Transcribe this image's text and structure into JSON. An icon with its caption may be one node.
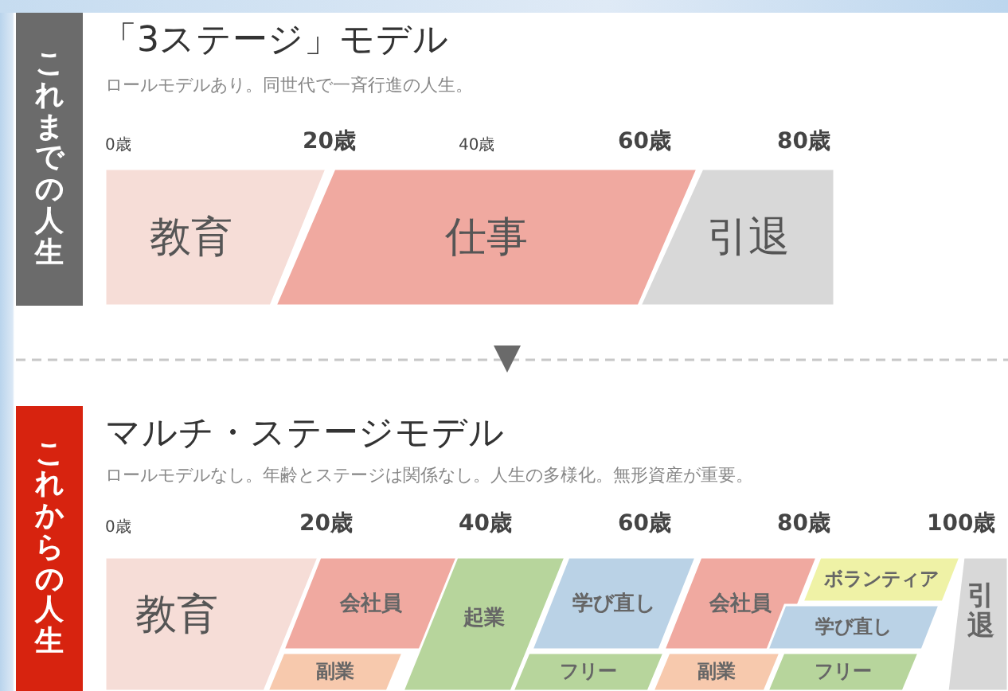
{
  "diagram": {
    "nodes": [
      {
        "text": [
          "これまでの人生"
        ]
      },
      {
        "text": [
          "教育"
        ]
      },
      {
        "text": [
          "仕事"
        ]
      },
      {
        "text": [
          "引退"
        ]
      },
      {
        "text": [
          "これからの人生"
        ]
      },
      {
        "text": [
          "教育"
        ]
      },
      {
        "text": [
          "会社員"
        ]
      },
      {
        "text": [
          "起業"
        ]
      },
      {
        "text": [
          "学び直し"
        ]
      },
      {
        "text": [
          "会社員"
        ]
      },
      {
        "text": [
          "ボランティア"
        ]
      },
      {
        "text": [
          "学び直し"
        ]
      },
      {
        "text": [
          "引退"
        ]
      },
      {
        "text": [
          "副業"
        ]
      },
      {
        "text": [
          "フリー"
        ]
      },
      {
        "text": [
          "副業"
        ]
      },
      {
        "text": [
          "フリー"
        ]
      }
    ],
    "labels": [
      "「3ステージ」モデル",
      "ロールモデルあり。同世代で一斉行進の人生。",
      "0歳",
      "20歳",
      "40歳",
      "60歳",
      "80歳",
      "マルチ・ステージモデル",
      "ロールモデルなし。年齢とステージは関係なし。人生の多様化。無形資産が重要。",
      "0歳",
      "20歳",
      "40歳",
      "60歳",
      "80歳",
      "100歳"
    ]
  }
}
